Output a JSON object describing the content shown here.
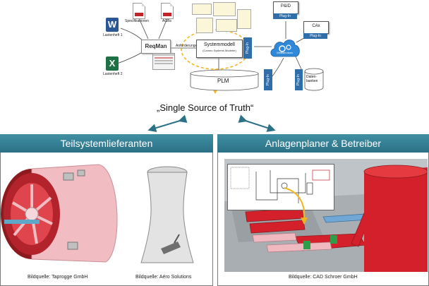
{
  "top": {
    "docs": {
      "specifikationen": "Specifikationen",
      "agbs": "AGBs",
      "lastenheft1": "Lastenheft 1",
      "lastenheft2": "Lastenheft 2"
    },
    "reqman_logo": "ReqMan",
    "anforderungen": "Anforderungen",
    "systemmodell_title": "Systemmodell",
    "systemmodell_sub": "(Cameo Systems Modeler)",
    "plm": "PLM",
    "pid": "P&ID",
    "cax": "CAx",
    "datenbanken": "Daten-\nbanken",
    "webservice": "Webservices",
    "plugin": "Plug-In"
  },
  "sst_label": "„Single Source of Truth“",
  "left_panel": {
    "title": "Teilsystemlieferanten",
    "caption_left": "Bildquelle: Taprogge GmbH",
    "caption_right": "Bildquelle: Aéro Solutions"
  },
  "right_panel": {
    "title": "Anlagenplaner & Betreiber",
    "caption": "Bildquelle: CAD Schroer GmbH"
  },
  "colors": {
    "teal": "#2c7186",
    "plugin_blue": "#2f6ea8",
    "arrow_yellow": "#f2b51c",
    "red": "#d4202a",
    "pink": "#f0b9c0"
  }
}
